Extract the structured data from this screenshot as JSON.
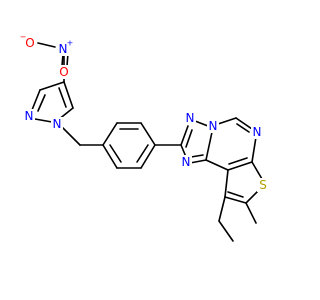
{
  "molecule": {
    "colors": {
      "carbon": "#000000",
      "nitrogen": "#0000ff",
      "oxygen": "#ff0000",
      "sulfur": "#b2a000"
    },
    "atoms": {
      "o_minus": {
        "label": "O",
        "charge": "−"
      },
      "n_nitro": {
        "label": "N",
        "charge": "+"
      },
      "o_nitro": {
        "label": "O"
      },
      "n_pyrazole_a": {
        "label": "N"
      },
      "n_pyrazole_b": {
        "label": "N"
      },
      "n_triazole_top": {
        "label": "N"
      },
      "n_triazole_bridge": {
        "label": "N"
      },
      "n_triazole_bottom": {
        "label": "N"
      },
      "n_pyrimidine": {
        "label": "N"
      },
      "s_thiophene": {
        "label": "S"
      }
    }
  }
}
